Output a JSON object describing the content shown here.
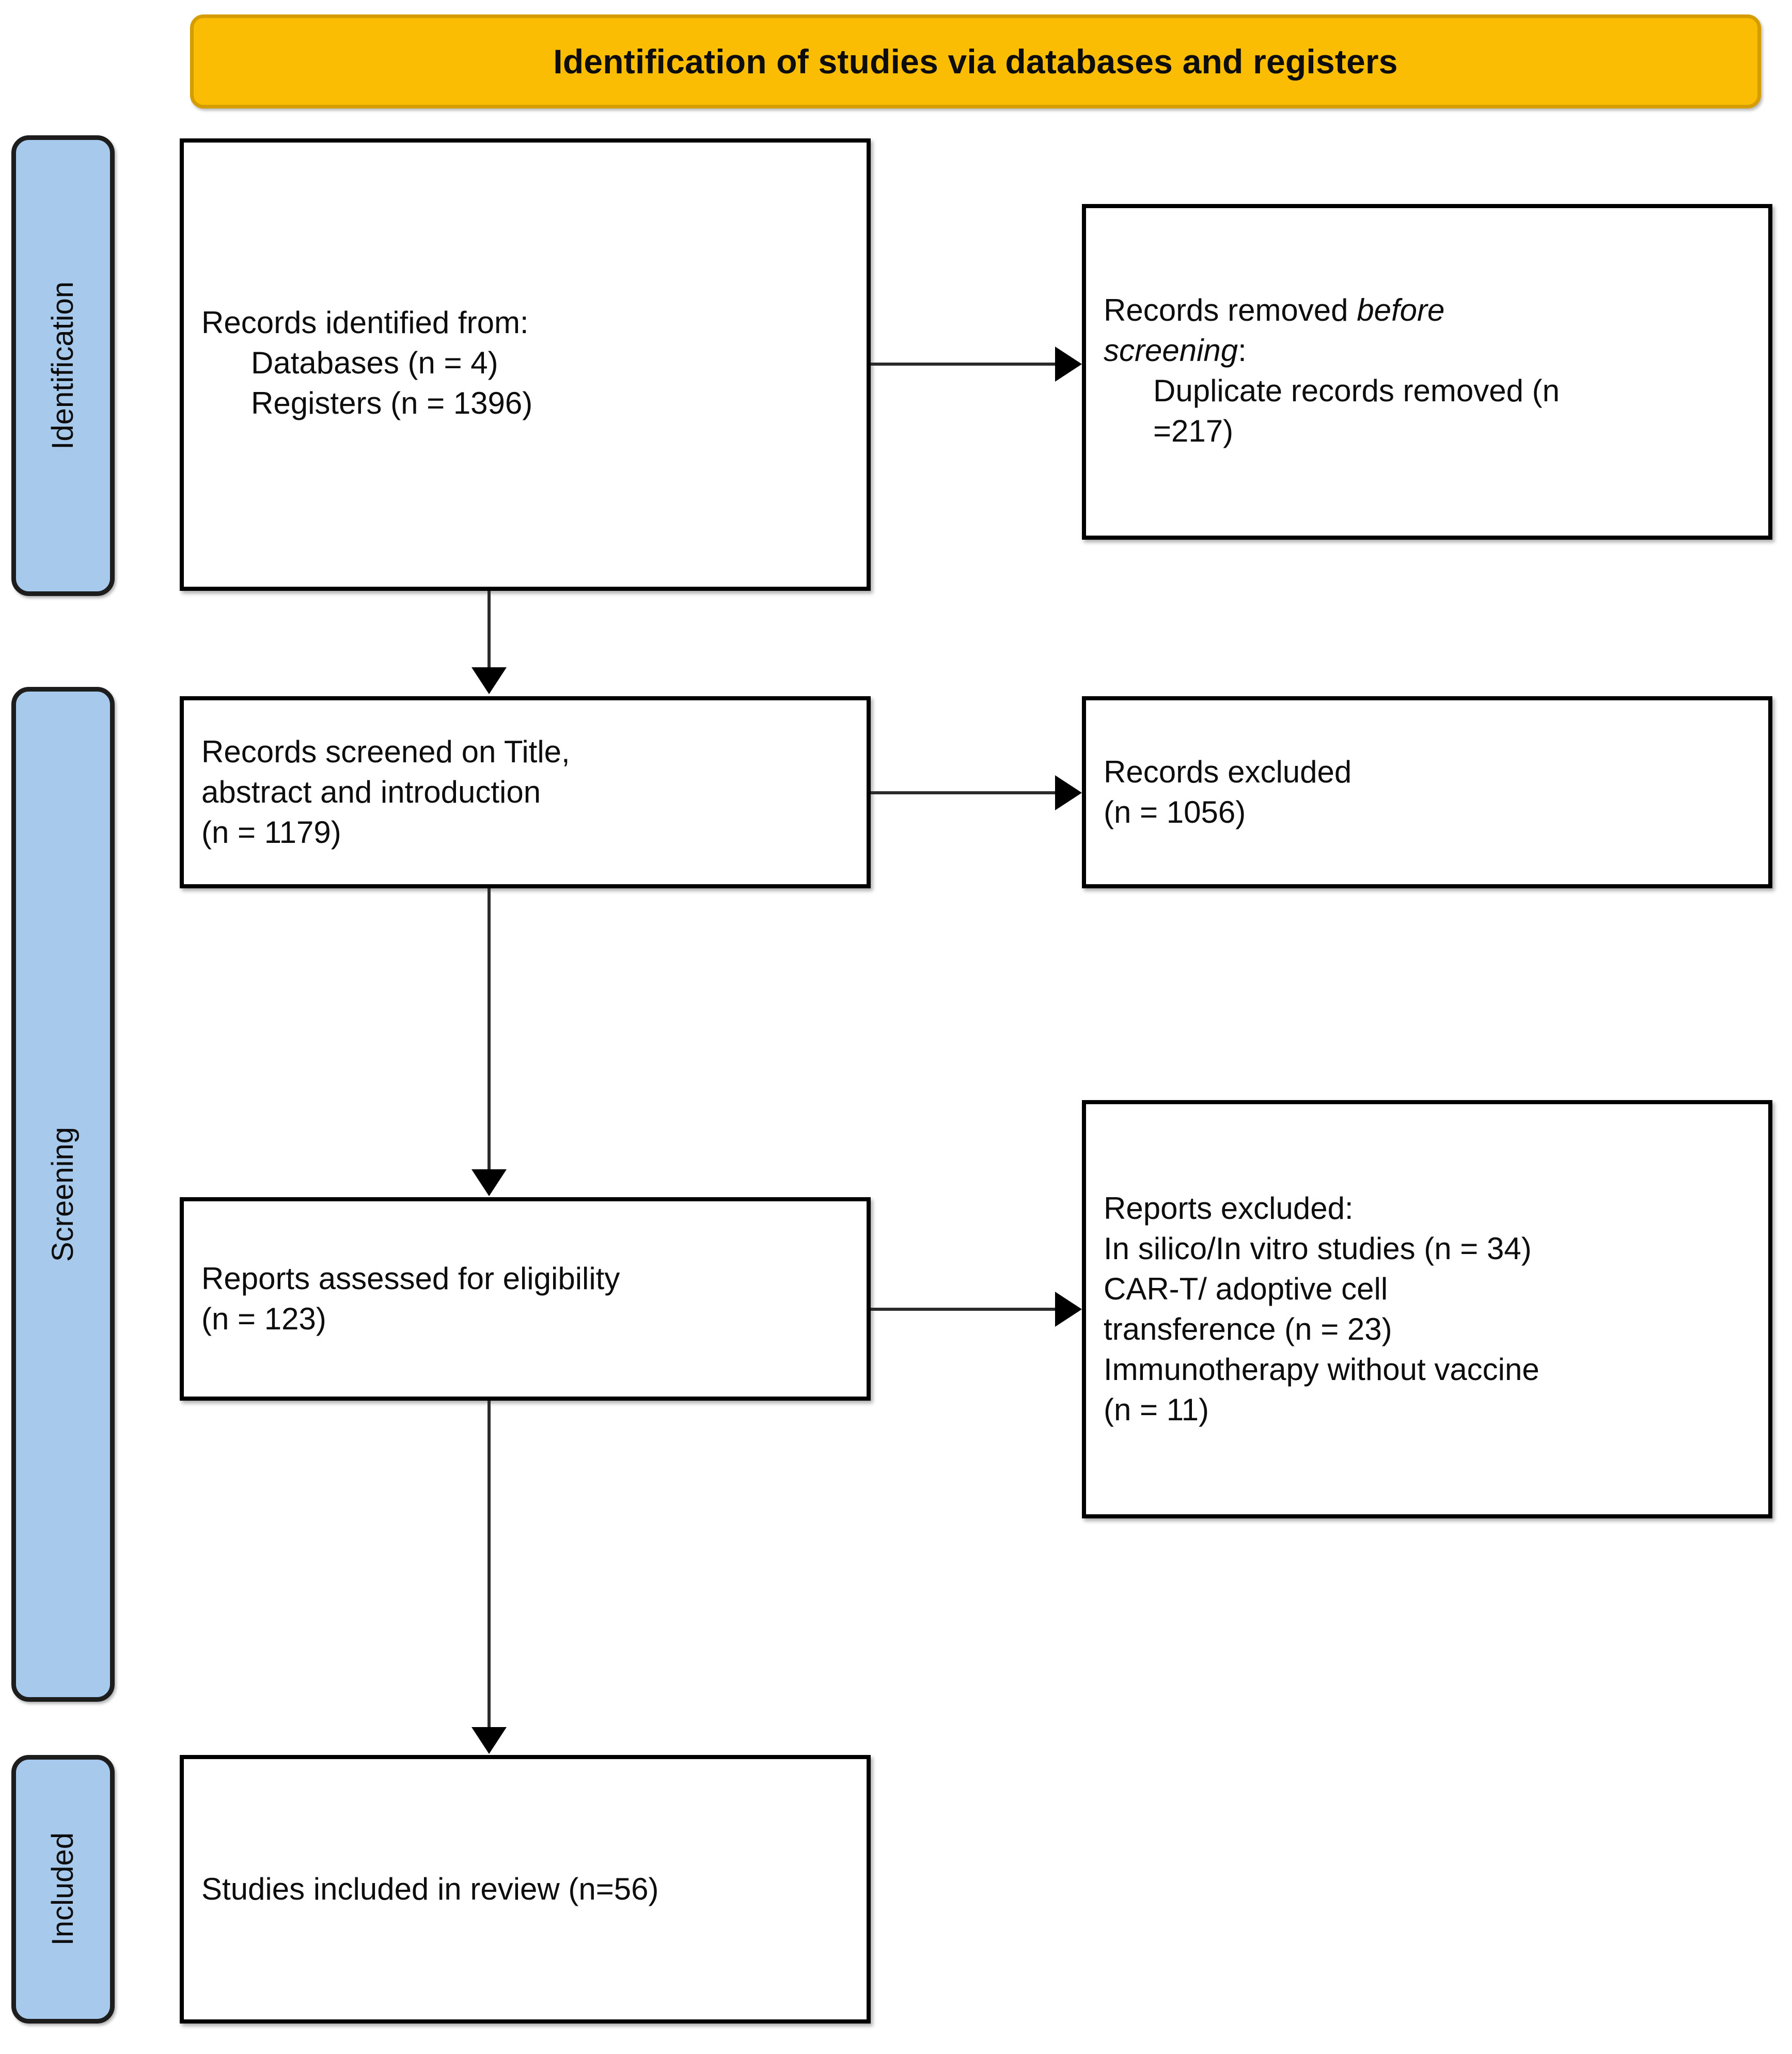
{
  "diagram": {
    "title": "Identification of studies via databases and registers",
    "colors": {
      "banner_fill": "#FBBC04",
      "banner_border": "#D69D00",
      "stage_fill": "#A6C9EC",
      "stage_border": "#1D1D1D",
      "box_border": "#000000",
      "text": "#0D0D0D"
    }
  },
  "stages": [
    {
      "id": "identification",
      "label": "Identification"
    },
    {
      "id": "screening",
      "label": "Screening"
    },
    {
      "id": "included",
      "label": "Included"
    }
  ],
  "boxes": {
    "identified": {
      "lines": [
        "Records identified from:",
        "Databases (n = 4)",
        "Registers (n = 1396)"
      ]
    },
    "removed": {
      "line1_prefix": "Records removed ",
      "line1_italic": "before",
      "line2_italic": "screening",
      "line2_suffix": ":",
      "line3": "Duplicate records removed (n",
      "line4": "=217)"
    },
    "screened": {
      "lines": [
        "Records screened on Title,",
        "abstract and introduction",
        "(n = 1179)"
      ]
    },
    "excluded": {
      "lines": [
        "Records excluded",
        "(n = 1056)"
      ]
    },
    "eligibility": {
      "lines": [
        "Reports assessed for eligibility",
        "(n = 123)"
      ]
    },
    "reports_excluded": {
      "lines": [
        "Reports excluded:",
        "In silico/In vitro studies (n = 34)",
        "CAR-T/ adoptive cell",
        "transference (n = 23)",
        "Immunotherapy without vaccine",
        "(n = 11)"
      ]
    },
    "included": {
      "lines": [
        "Studies included in review (n=56)"
      ]
    }
  },
  "counts": {
    "databases": 4,
    "registers": 1396,
    "duplicates_removed": 217,
    "records_screened": 1179,
    "records_excluded": 1056,
    "reports_assessed": 123,
    "in_silico_in_vitro_excluded": 34,
    "car_t_adoptive_cell_excluded": 23,
    "immunotherapy_without_vaccine_excluded": 11,
    "studies_included": 56
  }
}
